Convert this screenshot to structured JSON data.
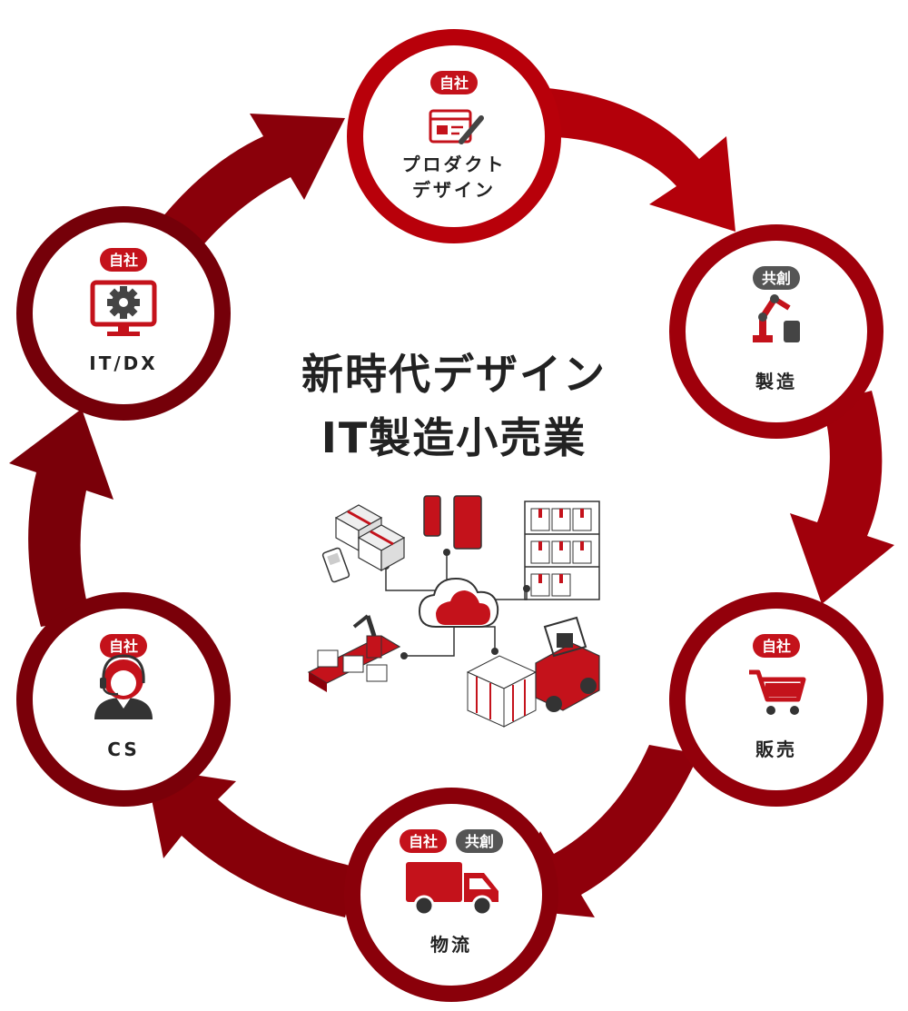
{
  "center": {
    "title_line1": "新時代デザイン",
    "title_line2": "IT製造小売業"
  },
  "colors": {
    "primary": "#b8000a",
    "dark": "#6e000a",
    "badge_red": "#c4121b",
    "badge_gray": "#555555",
    "text": "#222222"
  },
  "nodes": [
    {
      "label": [
        "プロダクト",
        "デザイン"
      ],
      "badges": [
        "自社"
      ],
      "icon": "design-window-brush-icon"
    },
    {
      "label": [
        "製造"
      ],
      "badges": [
        "共創"
      ],
      "icon": "robot-arm-icon"
    },
    {
      "label": [
        "販売"
      ],
      "badges": [
        "自社"
      ],
      "icon": "shopping-cart-icon"
    },
    {
      "label": [
        "物流"
      ],
      "badges": [
        "自社",
        "共創"
      ],
      "icon": "delivery-truck-icon"
    },
    {
      "label": [
        "CS"
      ],
      "badges": [
        "自社"
      ],
      "icon": "headset-operator-icon"
    },
    {
      "label": [
        "IT/DX"
      ],
      "badges": [
        "自社"
      ],
      "icon": "monitor-gear-icon"
    }
  ]
}
